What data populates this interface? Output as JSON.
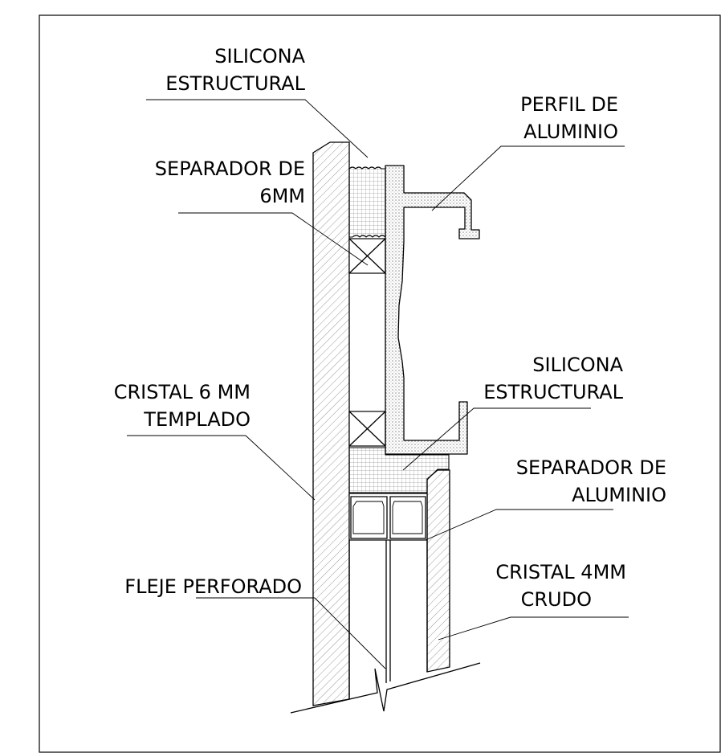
{
  "labels": {
    "silicona_top": [
      "SILICONA",
      "ESTRUCTURAL"
    ],
    "perfil": [
      "PERFIL DE",
      "ALUMINIO"
    ],
    "separador_6mm": [
      "SEPARADOR DE",
      "6MM"
    ],
    "cristal_6mm": [
      "CRISTAL 6 MM",
      "TEMPLADO"
    ],
    "silicona_mid": [
      "SILICONA",
      "ESTRUCTURAL"
    ],
    "separador_aluminio": [
      "SEPARADOR DE",
      "ALUMINIO"
    ],
    "fleje": [
      "FLEJE PERFORADO"
    ],
    "cristal_4mm": [
      "CRISTAL 4MM",
      "CRUDO"
    ]
  }
}
